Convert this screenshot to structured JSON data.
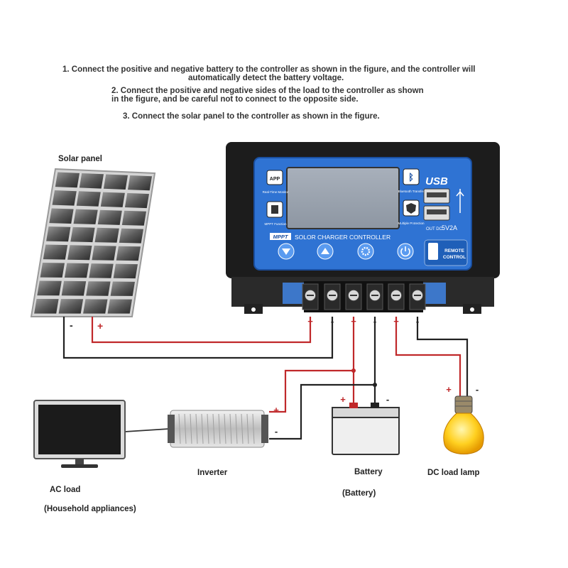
{
  "instructions": {
    "step1_line1": "1. Connect the positive and negative battery to the controller as shown in the figure, and the controller will",
    "step1_line2": "automatically detect the battery voltage.",
    "step2_line1": "2. Connect the positive and negative sides of the load to the controller as shown",
    "step2_line2": "in the figure, and be careful not to connect to the opposite side.",
    "step3": "3. Connect the solar panel to the controller as shown in the figure."
  },
  "labels": {
    "solar_panel": "Solar panel",
    "inverter": "Inverter",
    "battery": "Battery",
    "battery_sub": "(Battery)",
    "dc_load": "DC load lamp",
    "ac_load": "AC load",
    "ac_load_sub": "(Household appliances)"
  },
  "controller": {
    "mppt": "MPPT",
    "title": "SOLOR CHARGER CONTROLLER",
    "usb": "USB",
    "out_dc_prefix": "OUT DC",
    "out_dc_value": "5V2A",
    "app": "APP",
    "real_time": "Real-Time Monitor",
    "mppt_function": "MPPT Function",
    "bluetooth": "Bluetooth Transfer",
    "multiple_protection": "Multiple Protection",
    "remote_line1": "REMOTE",
    "remote_line2": "CONTROL"
  },
  "signs": {
    "plus": "+",
    "minus": "-"
  },
  "colors": {
    "positive_wire": "#c0282a",
    "negative_wire": "#222222",
    "panel_face": "#2f73d3",
    "controller_body": "#1c1c1c"
  },
  "icons": {
    "down_button": "arrow-down-icon",
    "up_button": "arrow-up-icon",
    "settings_button": "gear-icon",
    "power_button": "power-icon",
    "bluetooth": "bluetooth-icon",
    "protection": "shield-icon"
  }
}
